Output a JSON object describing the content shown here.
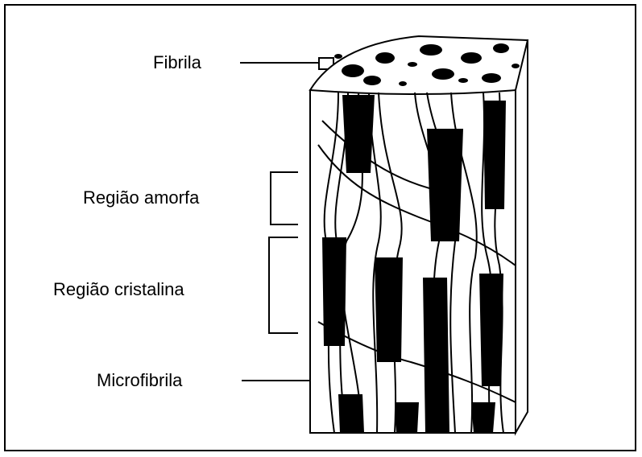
{
  "labels": {
    "fibrila": "Fibrila",
    "regiao_amorfa": "Região amorfa",
    "regiao_cristalina": "Região cristalina",
    "microfibrila": "Microfibrila"
  },
  "colors": {
    "ink": "#000000",
    "background": "#ffffff"
  }
}
